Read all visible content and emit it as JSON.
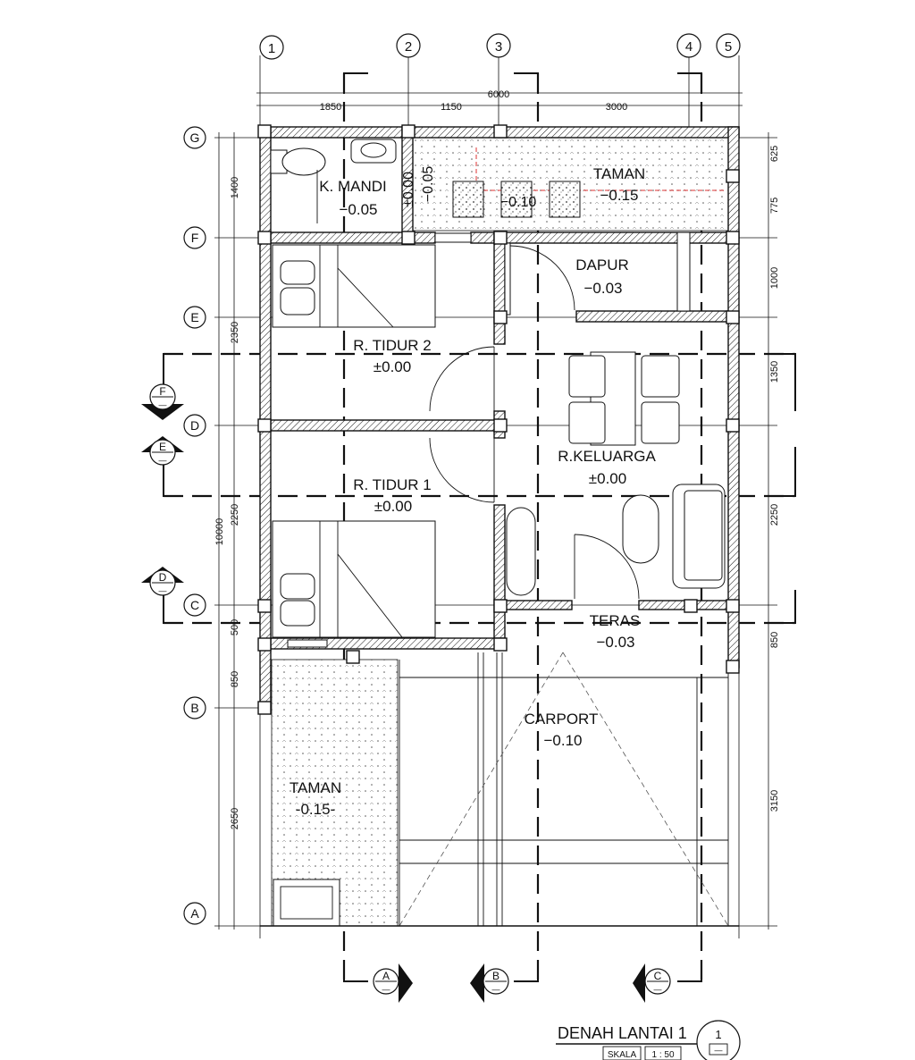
{
  "grid_x": [
    "1",
    "2",
    "3",
    "4",
    "5"
  ],
  "grid_y": [
    "G",
    "F",
    "E",
    "D",
    "C",
    "B",
    "A"
  ],
  "dims_top": [
    "6000",
    "1850",
    "1150",
    "3000"
  ],
  "dims_left": [
    "1400",
    "2350",
    "2250",
    "500",
    "850",
    "2650",
    "10000"
  ],
  "dims_right": [
    "625",
    "775",
    "1000",
    "1350",
    "2250",
    "850",
    "3150"
  ],
  "rooms": {
    "kmandi": {
      "name": "K. MANDI",
      "level": "−0.05"
    },
    "kmandi_side": {
      "level1": "±0.00",
      "level2": "−0.05"
    },
    "taman_top": {
      "name": "TAMAN",
      "level": "−0.15"
    },
    "taman_small": {
      "level": "−0.10"
    },
    "dapur": {
      "name": "DAPUR",
      "level": "−0.03"
    },
    "tidur2": {
      "name": "R. TIDUR 2",
      "level": "±0.00"
    },
    "keluarga": {
      "name": "R.KELUARGA",
      "level": "±0.00"
    },
    "tidur1": {
      "name": "R. TIDUR 1",
      "level": "±0.00"
    },
    "teras": {
      "name": "TERAS",
      "level": "−0.03"
    },
    "carport": {
      "name": "CARPORT",
      "level": "−0.10"
    },
    "taman_bottom": {
      "name": "TAMAN",
      "level": "-0.15-"
    }
  },
  "section_marks": {
    "left": [
      "F",
      "E",
      "D"
    ],
    "bottom": [
      "A",
      "B",
      "C"
    ],
    "sub": "—"
  },
  "title": {
    "name": "DENAH LANTAI 1",
    "scale_label": "SKALA",
    "scale_value": "1 : 50",
    "sheet_number": "1",
    "sheet_sub": "—"
  }
}
